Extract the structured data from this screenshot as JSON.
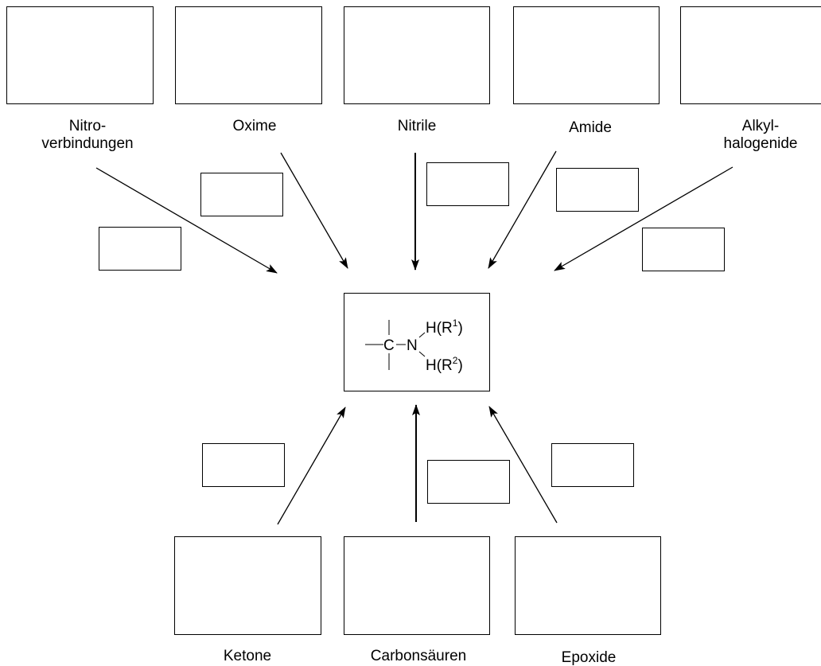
{
  "sources_top": [
    {
      "id": "nitro",
      "lines": [
        "Nitro-",
        "verbindungen"
      ]
    },
    {
      "id": "oxime",
      "lines": [
        "Oxime"
      ]
    },
    {
      "id": "nitrile",
      "lines": [
        "Nitrile"
      ]
    },
    {
      "id": "amide",
      "lines": [
        "Amide"
      ]
    },
    {
      "id": "alkyl",
      "lines": [
        "Alkyl-",
        "halogenide"
      ]
    }
  ],
  "sources_bottom": [
    {
      "id": "ketone",
      "lines": [
        "Ketone"
      ]
    },
    {
      "id": "carbonsaeuren",
      "lines": [
        "Carbonsäuren"
      ]
    },
    {
      "id": "epoxide",
      "lines": [
        "Epoxide"
      ]
    }
  ],
  "product": {
    "carbon": "C",
    "nitrogen": "N",
    "substituent_1": {
      "text": "H(R",
      "sup": "1",
      "close": ")"
    },
    "substituent_2": {
      "text": "H(R",
      "sup": "2",
      "close": ")"
    }
  }
}
